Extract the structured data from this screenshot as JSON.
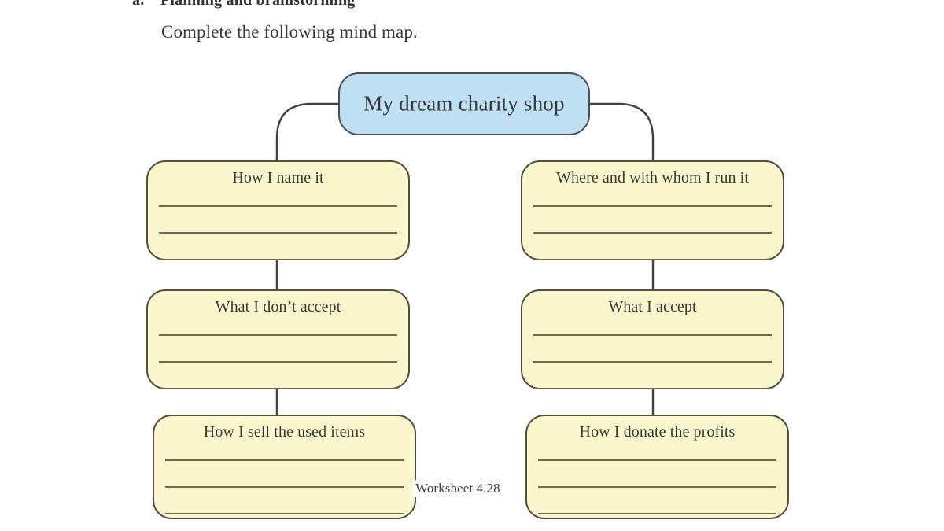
{
  "heading": {
    "letter": "a.",
    "text": "Planning and brainstorming"
  },
  "instruction": "Complete the following mind map.",
  "mindmap": {
    "center": {
      "label": "My dream charity shop",
      "fill": "#bfe0f2",
      "stroke": "#4a4e55"
    },
    "branch_fill": "#faf7cf",
    "branch_stroke": "#55503b",
    "line_color": "#6e6a4b",
    "nodes": [
      {
        "id": "how-i-name-it",
        "label": "How I name it",
        "column": "left",
        "row": 1,
        "lines": 3
      },
      {
        "id": "where-and-with-whom",
        "label": "Where and with whom I run it",
        "column": "right",
        "row": 1,
        "lines": 3
      },
      {
        "id": "what-i-dont-accept",
        "label": "What I don’t accept",
        "column": "left",
        "row": 2,
        "lines": 3
      },
      {
        "id": "what-i-accept",
        "label": "What I accept",
        "column": "right",
        "row": 2,
        "lines": 3
      },
      {
        "id": "how-i-sell-used-items",
        "label": "How I sell the used items",
        "column": "left",
        "row": 3,
        "lines": 3
      },
      {
        "id": "how-i-donate-profits",
        "label": "How I donate the profits",
        "column": "right",
        "row": 3,
        "lines": 3
      }
    ]
  },
  "worksheet_tag": "Worksheet 4.28"
}
